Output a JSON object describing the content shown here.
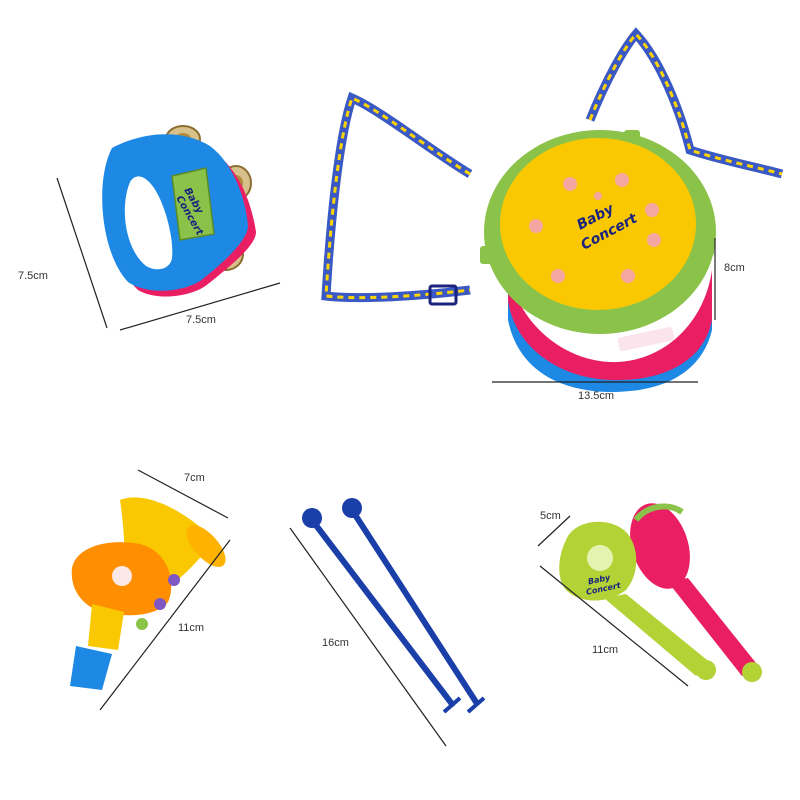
{
  "products": {
    "tambourine": {
      "name": "tambourine",
      "brand_text": [
        "Baby",
        "Concert"
      ],
      "height_label": "7.5cm",
      "width_label": "7.5cm"
    },
    "drum": {
      "name": "drum",
      "brand_text": [
        "Baby",
        "Concert"
      ],
      "height_label": "8cm",
      "width_label": "13.5cm"
    },
    "horn": {
      "name": "horn",
      "width_label": "7cm",
      "length_label": "11cm"
    },
    "drumsticks": {
      "name": "drumsticks",
      "length_label": "16cm"
    },
    "maracas": {
      "name": "maracas",
      "brand_text": [
        "Baby",
        "Concert"
      ],
      "width_label": "5cm",
      "length_label": "11cm"
    }
  },
  "colors": {
    "blue": "#1e88e5",
    "yellow": "#f9c800",
    "green": "#8bc34a",
    "lime": "#b2d235",
    "magenta": "#e91e63",
    "pink": "#ec407a",
    "orange": "#ff8f00",
    "navy": "#1a237e",
    "gold": "#c9a24a",
    "dimension_line": "#222222"
  }
}
